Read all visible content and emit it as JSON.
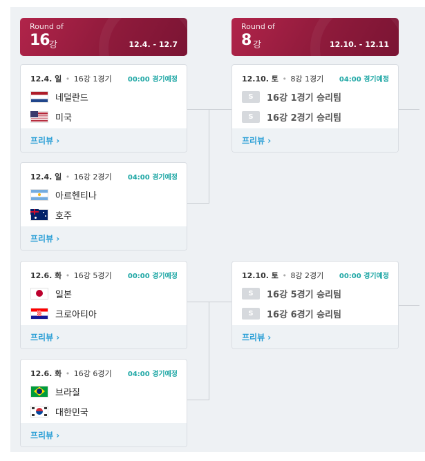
{
  "rounds": [
    {
      "round_of": "Round of",
      "number": "16",
      "gang": "강",
      "dates": "12.4. - 12.7"
    },
    {
      "round_of": "Round of",
      "number": "8",
      "gang": "강",
      "dates": "12.10. - 12.11"
    }
  ],
  "r16_matches": [
    {
      "date": "12.4. 일",
      "stage": "16강 1경기",
      "status": "00:00 경기예정",
      "teams": [
        {
          "name": "네덜란드",
          "flag": "netherlands-flag"
        },
        {
          "name": "미국",
          "flag": "usa-flag"
        }
      ],
      "preview": "프리뷰 ›"
    },
    {
      "date": "12.4. 일",
      "stage": "16강 2경기",
      "status": "04:00 경기예정",
      "teams": [
        {
          "name": "아르헨티나",
          "flag": "argentina-flag"
        },
        {
          "name": "호주",
          "flag": "australia-flag"
        }
      ],
      "preview": "프리뷰 ›"
    },
    {
      "date": "12.6. 화",
      "stage": "16강 5경기",
      "status": "00:00 경기예정",
      "teams": [
        {
          "name": "일본",
          "flag": "japan-flag"
        },
        {
          "name": "크로아티아",
          "flag": "croatia-flag"
        }
      ],
      "preview": "프리뷰 ›"
    },
    {
      "date": "12.6. 화",
      "stage": "16강 6경기",
      "status": "04:00 경기예정",
      "teams": [
        {
          "name": "브라질",
          "flag": "brazil-flag"
        },
        {
          "name": "대한민국",
          "flag": "korea-flag"
        }
      ],
      "preview": "프리뷰 ›"
    }
  ],
  "qf_matches": [
    {
      "date": "12.10. 토",
      "stage": "8강 1경기",
      "status": "04:00 경기예정",
      "teams": [
        {
          "badge": "S",
          "name": "16강 1경기 승리팀"
        },
        {
          "badge": "S",
          "name": "16강 2경기 승리팀"
        }
      ],
      "preview": "프리뷰 ›"
    },
    {
      "date": "12.10. 토",
      "stage": "8강 2경기",
      "status": "00:00 경기예정",
      "teams": [
        {
          "badge": "S",
          "name": "16강 5경기 승리팀"
        },
        {
          "badge": "S",
          "name": "16강 6경기 승리팀"
        }
      ],
      "preview": "프리뷰 ›"
    }
  ],
  "dot": "•",
  "colors": {
    "header": "#8e1a3b",
    "status": "#1fa7a5",
    "preview": "#2b9fd6",
    "background": "#eef1f4"
  }
}
